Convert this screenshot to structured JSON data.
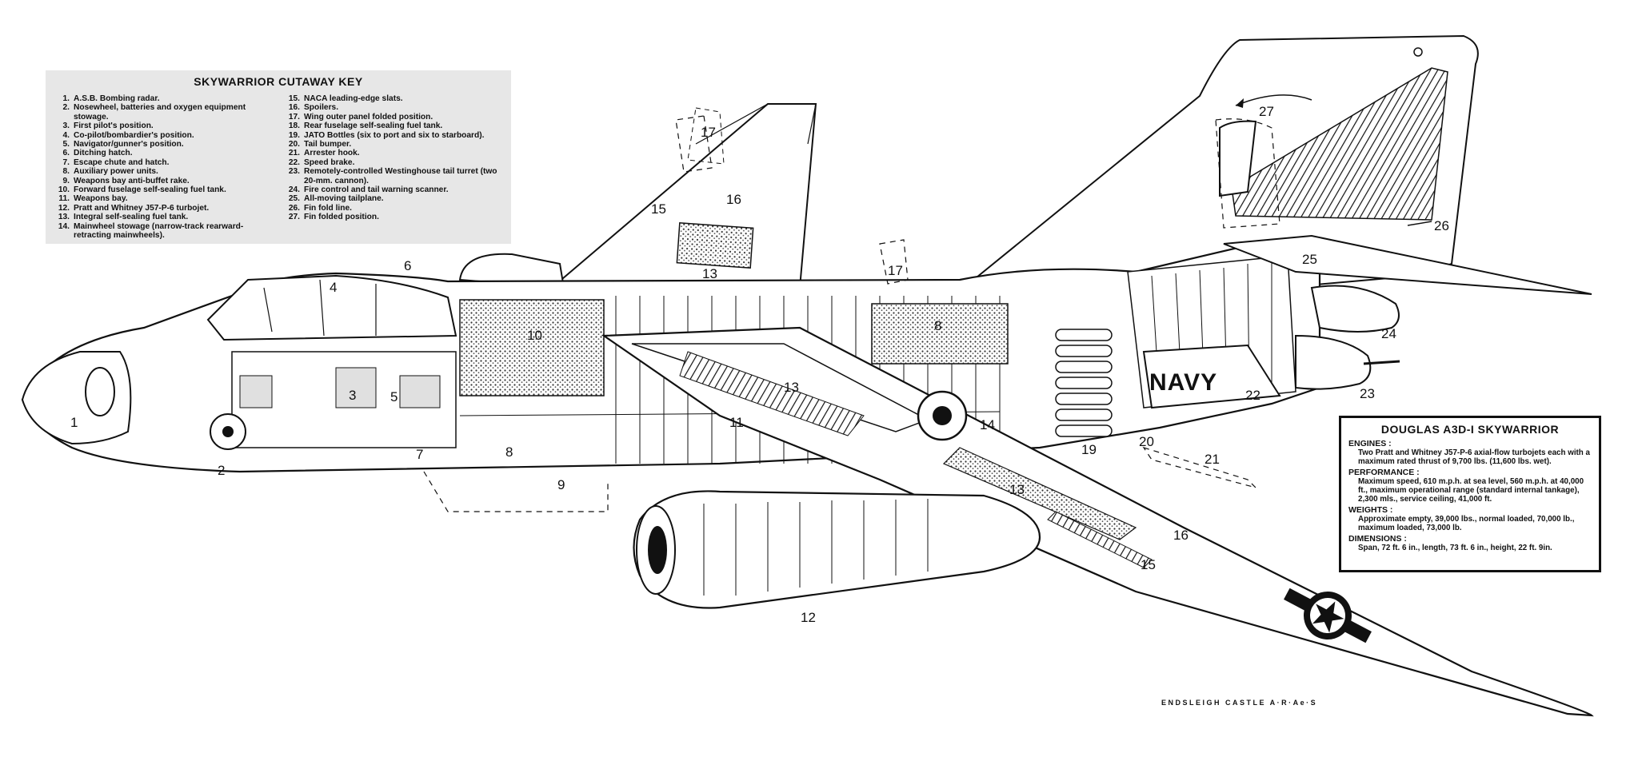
{
  "key": {
    "title": "SKYWARRIOR CUTAWAY KEY",
    "left": [
      {
        "n": "1.",
        "t": "A.S.B. Bombing radar."
      },
      {
        "n": "2.",
        "t": "Nosewheel, batteries and oxygen equipment stowage."
      },
      {
        "n": "3.",
        "t": "First pilot's position."
      },
      {
        "n": "4.",
        "t": "Co-pilot/bombardier's position."
      },
      {
        "n": "5.",
        "t": "Navigator/gunner's position."
      },
      {
        "n": "6.",
        "t": "Ditching hatch."
      },
      {
        "n": "7.",
        "t": "Escape chute and hatch."
      },
      {
        "n": "8.",
        "t": "Auxiliary power units."
      },
      {
        "n": "9.",
        "t": "Weapons bay anti-buffet rake."
      },
      {
        "n": "10.",
        "t": "Forward fuselage self-sealing fuel tank."
      },
      {
        "n": "11.",
        "t": "Weapons bay."
      },
      {
        "n": "12.",
        "t": "Pratt and Whitney J57-P-6 turbojet."
      },
      {
        "n": "13.",
        "t": "Integral self-sealing fuel tank."
      },
      {
        "n": "14.",
        "t": "Mainwheel stowage (narrow-track rearward-retracting mainwheels)."
      }
    ],
    "right": [
      {
        "n": "15.",
        "t": "NACA leading-edge slats."
      },
      {
        "n": "16.",
        "t": "Spoilers."
      },
      {
        "n": "17.",
        "t": "Wing outer panel folded position."
      },
      {
        "n": "18.",
        "t": "Rear fuselage self-sealing fuel tank."
      },
      {
        "n": "19.",
        "t": "JATO Bottles (six to port and six to starboard)."
      },
      {
        "n": "20.",
        "t": "Tail bumper."
      },
      {
        "n": "21.",
        "t": "Arrester hook."
      },
      {
        "n": "22.",
        "t": "Speed brake."
      },
      {
        "n": "23.",
        "t": "Remotely-controlled Westinghouse tail turret (two 20-mm. cannon)."
      },
      {
        "n": "24.",
        "t": "Fire control and tail warning scanner."
      },
      {
        "n": "25.",
        "t": "All-moving tailplane."
      },
      {
        "n": "26.",
        "t": "Fin fold line."
      },
      {
        "n": "27.",
        "t": "Fin folded position."
      }
    ]
  },
  "spec": {
    "title": "DOUGLAS A3D-I SKYWARRIOR",
    "sections": [
      {
        "heading": "ENGINES :",
        "body": "Two Pratt and Whitney J57-P-6 axial-flow turbojets each with a maximum rated thrust of 9,700 lbs. (11,600 lbs. wet)."
      },
      {
        "heading": "PERFORMANCE :",
        "body": "Maximum speed, 610 m.p.h. at sea level, 560 m.p.h. at 40,000 ft., maximum operational range (standard internal tankage), 2,300 mls., service ceiling, 41,000 ft."
      },
      {
        "heading": "WEIGHTS :",
        "body": "Approximate empty, 39,000 lbs., normal loaded, 70,000 lb., maximum loaded, 73,000 lb."
      },
      {
        "heading": "DIMENSIONS :",
        "body": "Span, 72 ft. 6 in., length, 73 ft. 6 in., height, 22 ft. 9in."
      }
    ]
  },
  "navy_label": "NAVY",
  "credit": "ENDSLEIGH CASTLE A·R·Ae·S",
  "callouts": [
    "1",
    "2",
    "3",
    "4",
    "5",
    "6",
    "7",
    "8",
    "8",
    "9",
    "10",
    "11",
    "12",
    "13",
    "13",
    "13",
    "14",
    "15",
    "15",
    "16",
    "16",
    "17",
    "17",
    "19",
    "20",
    "21",
    "22",
    "23",
    "24",
    "25",
    "26",
    "27"
  ]
}
